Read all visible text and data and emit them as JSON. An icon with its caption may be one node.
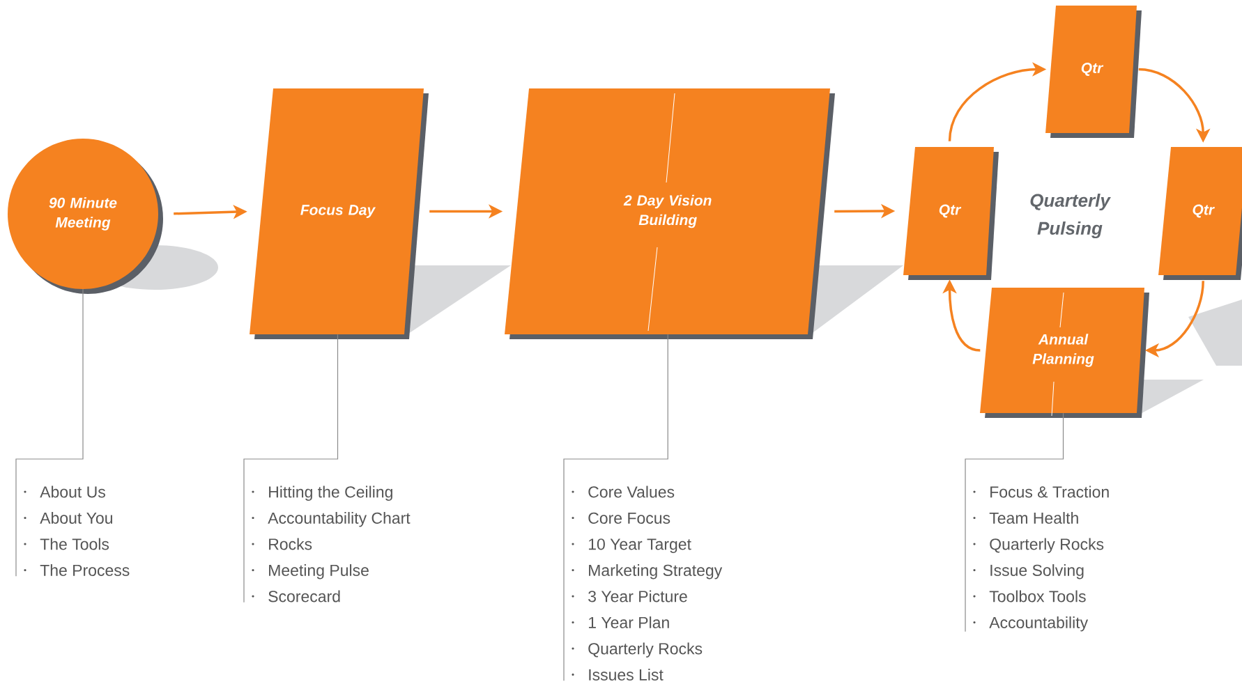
{
  "diagram": {
    "nodes": [
      {
        "text": [
          "90 Minute Meeting"
        ]
      },
      {
        "text": [
          "Focus Day"
        ]
      },
      {
        "text": [
          "2 Day Vision Building"
        ]
      },
      {
        "text": [
          "Qtr"
        ]
      },
      {
        "text": [
          "Qtr"
        ]
      },
      {
        "text": [
          "Qtr"
        ]
      },
      {
        "text": [
          "Annual Planning"
        ]
      },
      {
        "text": [
          "About Us",
          "About You",
          "The Tools",
          "The Process"
        ]
      },
      {
        "text": [
          "Hitting the Ceiling",
          "Accountability Chart",
          "Rocks",
          "Meeting Pulse",
          "Scorecard"
        ]
      },
      {
        "text": [
          "Core Values",
          "Core Focus",
          "10 Year Target",
          "Marketing Strategy",
          "3 Year Picture",
          "1 Year Plan",
          "Quarterly Rocks",
          "Issues List"
        ]
      },
      {
        "text": [
          "Focus & Traction",
          "Team Health",
          "Quarterly Rocks",
          "Issue Solving",
          "Toolbox Tools",
          "Accountability"
        ]
      }
    ],
    "edges": [
      {
        "from": 0,
        "to": 1,
        "arrow": "to"
      },
      {
        "from": 1,
        "to": 2,
        "arrow": "to"
      },
      {
        "from": 2,
        "to": 3,
        "arrow": "to"
      },
      {
        "from": 3,
        "to": 4,
        "arrow": "to"
      },
      {
        "from": 4,
        "to": 5,
        "arrow": "to"
      },
      {
        "from": 5,
        "to": 6,
        "arrow": "to"
      },
      {
        "from": 6,
        "to": 3,
        "arrow": "to"
      },
      {
        "from": 0,
        "to": 7,
        "arrow": "none",
        "color": "#8a8a8a"
      },
      {
        "from": 1,
        "to": 8,
        "arrow": "none",
        "color": "#8a8a8a"
      },
      {
        "from": 2,
        "to": 9,
        "arrow": "none",
        "color": "#8a8a8a"
      },
      {
        "from": 6,
        "to": 10,
        "arrow": "none",
        "color": "#8a8a8a"
      }
    ],
    "labels": [
      "Quarterly Pulsing"
    ]
  }
}
